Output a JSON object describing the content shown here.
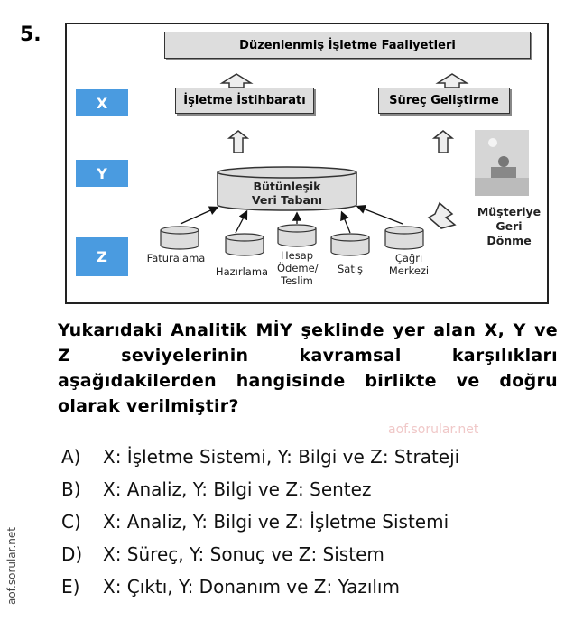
{
  "question_number": "5.",
  "diagram": {
    "top": "Düzenlenmiş İşletme Faaliyetleri",
    "box_left": "İşletme İstihbaratı",
    "box_right": "Süreç Geliştirme",
    "database": "Bütünleşik Veri Tabanı",
    "levels": [
      "X",
      "Y",
      "Z"
    ],
    "sources": [
      "Faturalama",
      "Hazırlama",
      "Hesap Ödeme/ Teslim",
      "Satış",
      "Çağrı Merkezi"
    ],
    "feedback": "Müşteriye Geri Dönme",
    "level_color": "#4a9be0"
  },
  "question": "Yukarıdaki Analitik MİY şeklinde yer alan X, Y ve Z seviyelerinin kavramsal karşılıkları aşağıdakilerden hangisinde birlikte ve doğru olarak verilmiştir?",
  "options": [
    {
      "letter": "A)",
      "text": "X: İşletme Sistemi, Y: Bilgi ve Z: Strateji"
    },
    {
      "letter": "B)",
      "text": "X: Analiz, Y: Bilgi ve Z: Sentez"
    },
    {
      "letter": "C)",
      "text": "X: Analiz, Y: Bilgi ve Z: İşletme Sistemi"
    },
    {
      "letter": "D)",
      "text": "X: Süreç, Y: Sonuç ve Z: Sistem"
    },
    {
      "letter": "E)",
      "text": "X: Çıktı, Y: Donanım ve Z: Yazılım"
    }
  ],
  "watermark": "aof.sorular.net"
}
